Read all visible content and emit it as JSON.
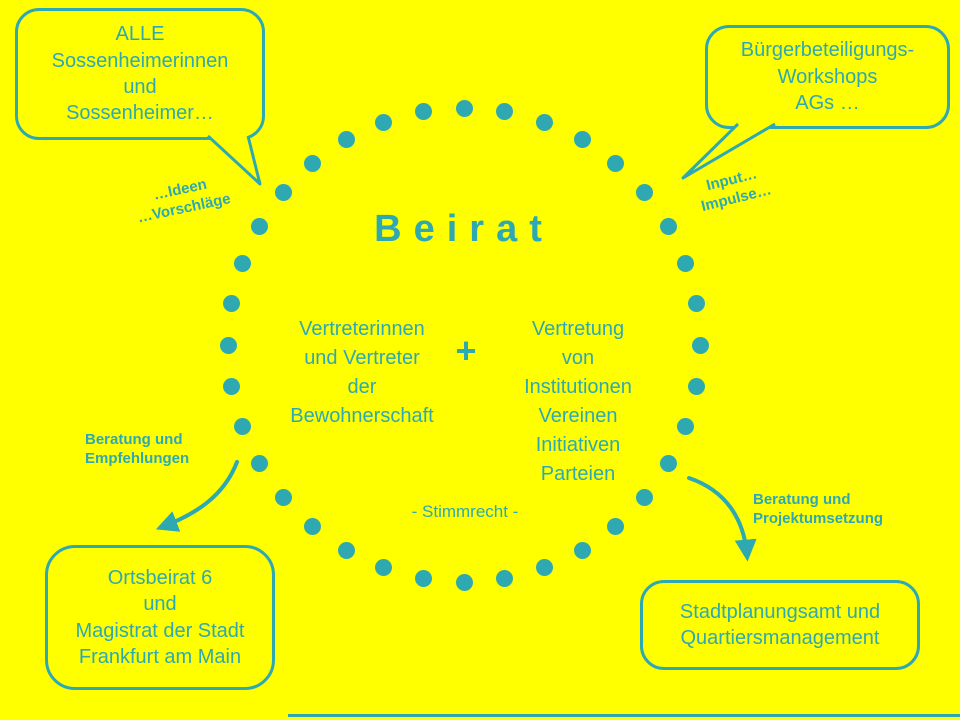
{
  "colors": {
    "background": "#FFFF00",
    "teal": "#2EA9B2"
  },
  "circle": {
    "title": "Beirat",
    "left_column": "Vertreterinnen\nund Vertreter\nder\nBewohnerschaft",
    "plus": "+",
    "right_column": "Vertretung\nvon\nInstitutionen\nVereinen\nInitiativen\nParteien",
    "stimmrecht": "- Stimmrecht -",
    "dot_count": 36
  },
  "bubbles": {
    "top_left": "ALLE\nSossenheimerinnen\nund\nSossenheimer…",
    "top_right": "Bürgerbeteiligungs-\nWorkshops\nAGs …",
    "bottom_left": "Ortsbeirat 6\nund\nMagistrat der Stadt\nFrankfurt am Main",
    "bottom_right": "Stadtplanungsamt und\nQuartiersmanagement"
  },
  "annotations": {
    "ideas": "…Ideen\n…Vorschläge",
    "input": "Input…\nImpulse…",
    "left_note": "Beratung und\nEmpfehlungen",
    "right_note": "Beratung und\nProjektumsetzung"
  }
}
